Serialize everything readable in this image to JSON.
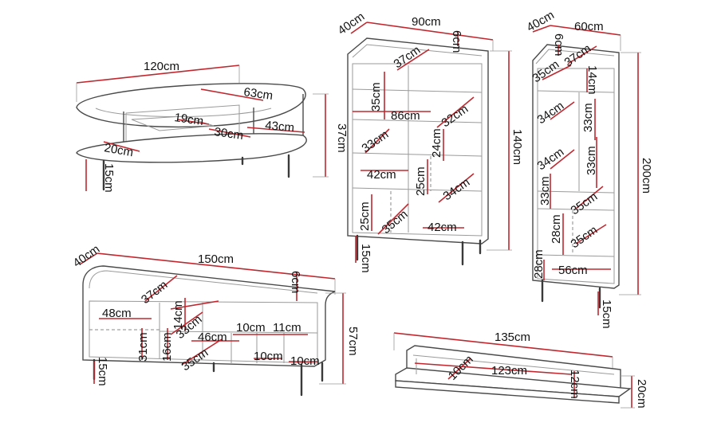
{
  "labels": {
    "coffee_table": {
      "width": "120cm",
      "depth_top": "63cm",
      "shelf_depth": "19cm",
      "shelf_inner": "30cm",
      "shelf_width": "43cm",
      "opening_height": "20cm",
      "total_height": "37cm",
      "leg_height": "15cm"
    },
    "cabinet_90": {
      "depth": "40cm",
      "width": "90cm",
      "shelf_depth": "37cm",
      "top_thickness": "6cm",
      "compartment_height": "35cm",
      "inner_width": "86cm",
      "shelf_right_height": "32cm",
      "mid_left_height": "33cm",
      "mid_right_height": "24cm",
      "half_width": "42cm",
      "lower_mid_height": "25cm",
      "lower_right_height": "34cm",
      "bottom_left_height": "25cm",
      "bottom_mid_height": "35cm",
      "bottom_width": "42cm",
      "total_height": "140cm",
      "leg_height": "15cm"
    },
    "tall_cabinet": {
      "depth": "40cm",
      "width": "60cm",
      "top_thickness": "6cm",
      "shelf_depth": "37cm",
      "top_compartment": "35cm",
      "top_gap": "14cm",
      "left_upper": "34cm",
      "right_upper": "33cm",
      "left_mid": "34cm",
      "right_mid": "33cm",
      "left_lower": "33cm",
      "right_lower_a": "35cm",
      "right_lower_b": "28cm",
      "right_lower_c": "35cm",
      "bottom_height": "28cm",
      "bottom_width": "56cm",
      "total_height": "200cm",
      "leg_height": "15cm"
    },
    "sideboard": {
      "depth": "40cm",
      "width": "150cm",
      "shelf_depth": "37cm",
      "top_thickness": "6cm",
      "left_width": "48cm",
      "upper_gap": "14cm",
      "mid_height": "33cm",
      "mid_width": "46cm",
      "cubby_a": "10cm",
      "cubby_b": "11cm",
      "left_height": "31cm",
      "mid_gap": "16cm",
      "lower_depth": "35cm",
      "cubby_c": "10cm",
      "cubby_d": "10cm",
      "total_height": "57cm",
      "leg_height": "15cm"
    },
    "wall_shelf": {
      "width": "135cm",
      "depth": "10cm",
      "inner_width": "123cm",
      "inner_height": "12cm",
      "total_height": "20cm"
    }
  }
}
